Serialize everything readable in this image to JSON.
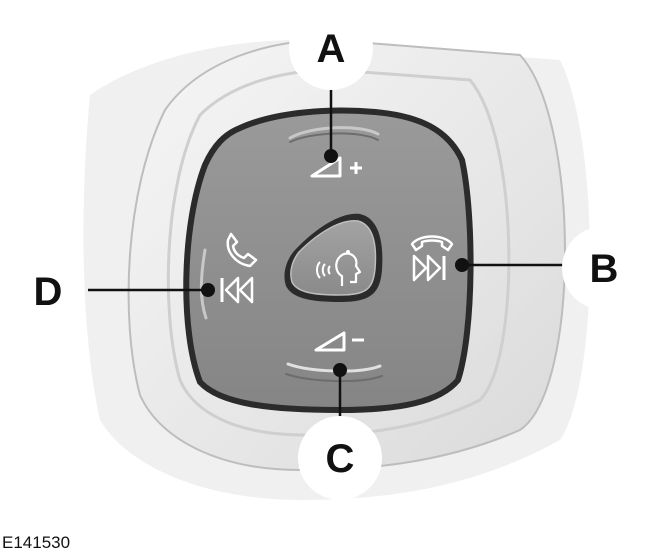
{
  "callouts": {
    "a": "A",
    "b": "B",
    "c": "C",
    "d": "D"
  },
  "figure_code": "E141530",
  "colors": {
    "pad": "#8f8f8f",
    "pad_border": "#2b2b2b",
    "surround": "#e9e9e9",
    "background": "#ffffff"
  },
  "icons": {
    "top": "volume-up-icon",
    "bottom": "volume-down-icon",
    "left": [
      "phone-accept-icon",
      "seek-previous-icon"
    ],
    "right": [
      "phone-end-icon",
      "seek-next-icon"
    ],
    "center": "voice-command-icon"
  }
}
